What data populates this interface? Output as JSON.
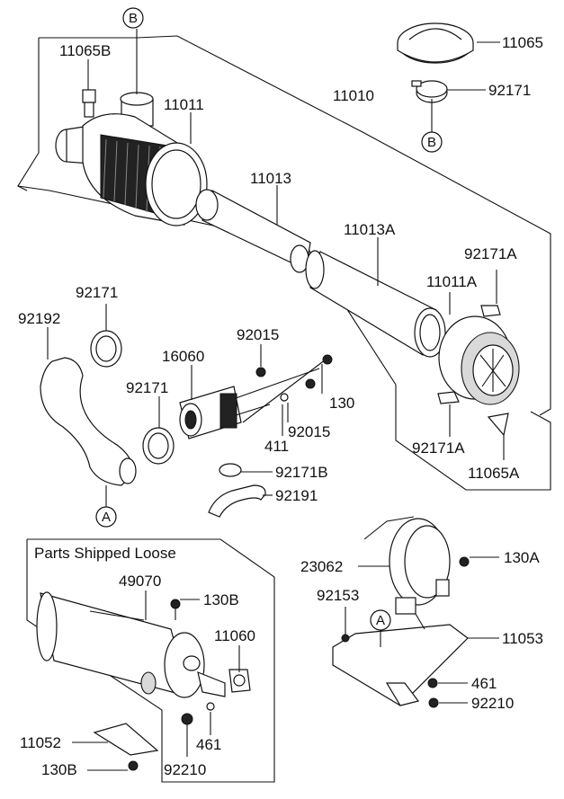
{
  "labels": {
    "p11065b": "11065B",
    "p11065": "11065",
    "p92171_top": "92171",
    "p11011": "11011",
    "p11010": "11010",
    "p11013": "11013",
    "p11013a": "11013A",
    "p92171a_top": "92171A",
    "p11011a": "11011A",
    "p92171_left": "92171",
    "p92192": "92192",
    "p92015_top": "92015",
    "p16060": "16060",
    "p92171_mid": "92171",
    "p130": "130",
    "p92015_mid": "92015",
    "p411": "411",
    "p92171a_bot": "92171A",
    "p11065a": "11065A",
    "p92171b": "92171B",
    "p92191": "92191",
    "p49070": "49070",
    "p130b_top": "130B",
    "p11060": "11060",
    "p11052": "11052",
    "p461_left": "461",
    "p92210_left": "92210",
    "p130b_bot": "130B",
    "p23062": "23062",
    "p130a": "130A",
    "p92153": "92153",
    "p11053": "11053",
    "p461_right": "461",
    "p92210_right": "92210"
  },
  "callouts": {
    "b_top": "B",
    "b_right": "B",
    "a_left": "A",
    "a_bracket": "A"
  },
  "box": {
    "title": "Parts Shipped Loose"
  }
}
